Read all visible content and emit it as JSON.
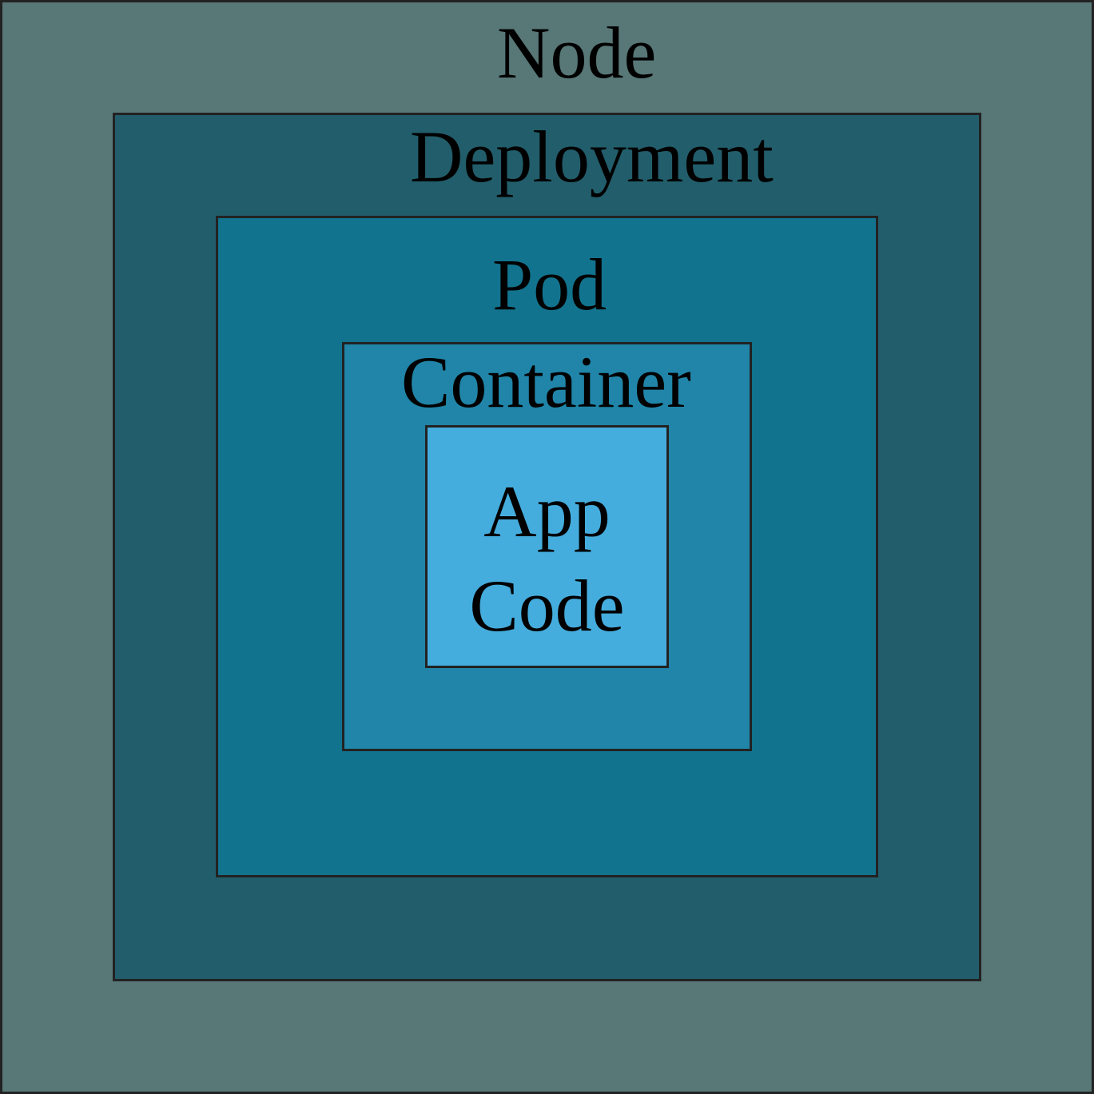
{
  "layers": {
    "node": {
      "label": "Node",
      "color": "#587777"
    },
    "deployment": {
      "label": "Deployment",
      "color": "#225d6b"
    },
    "pod": {
      "label": "Pod",
      "color": "#12738e"
    },
    "container": {
      "label": "Container",
      "color": "#2085a8"
    },
    "app_code": {
      "label_line1": "App",
      "label_line2": "Code",
      "color": "#45addd"
    }
  },
  "border_color": "#222222"
}
